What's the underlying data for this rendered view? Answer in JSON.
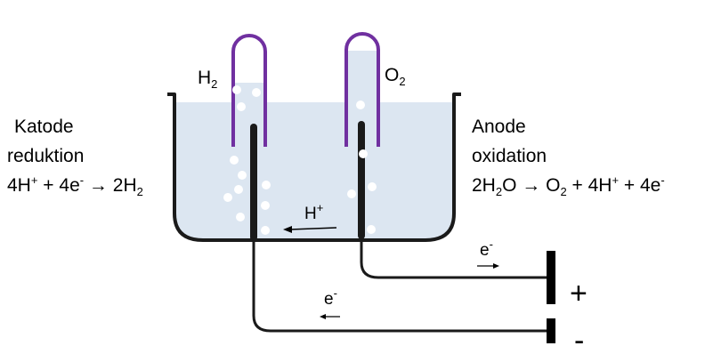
{
  "labels": {
    "h2_main": "H",
    "h2_sub": "2",
    "o2_main": "O",
    "o2_sub": "2",
    "cathode": {
      "title": "Katode",
      "subtitle": "reduktion",
      "eq_a": "4H",
      "eq_a_sup": "+",
      "eq_b": " + 4e",
      "eq_b_sup": "-",
      "eq_c": " → 2H",
      "eq_c_sub": "2"
    },
    "anode": {
      "title": "Anode",
      "subtitle": "oxidation",
      "eq_a": "2H",
      "eq_a_sub": "2",
      "eq_b": "O → O",
      "eq_b_sub": "2",
      "eq_c": " + 4H",
      "eq_c_sup": "+",
      "eq_d": " + 4e",
      "eq_d_sup": "-"
    },
    "proton": "H",
    "proton_sup": "+",
    "electron_top": "e",
    "electron_top_sup": "-",
    "electron_bottom": "e",
    "electron_bottom_sup": "-",
    "plus_sign": "+",
    "minus_sign": "-"
  },
  "colors": {
    "electrolyte": "#dce6f1",
    "tube": "#7030a0",
    "wire": "#000000",
    "bubble": "#ffffff"
  }
}
